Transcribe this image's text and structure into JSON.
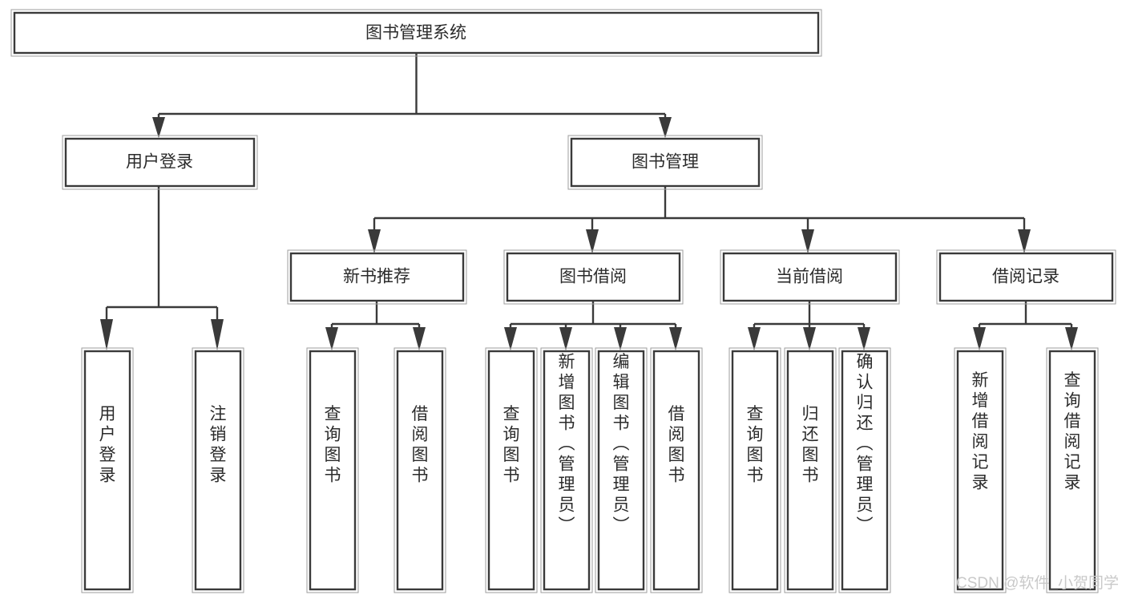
{
  "diagram": {
    "title": "图书管理系统",
    "type": "tree-structure-chart",
    "watermark": "CSDN @软件_小贺同学",
    "colors": {
      "background": "#ffffff",
      "box_stroke": "#3a3a3a",
      "box_fill": "#ffffff",
      "text": "#2b2b2b",
      "watermark": "#c9c9c9"
    },
    "root": {
      "label": "图书管理系统"
    },
    "level2": [
      {
        "label": "用户登录"
      },
      {
        "label": "图书管理"
      }
    ],
    "level3": [
      {
        "label": "新书推荐"
      },
      {
        "label": "图书借阅"
      },
      {
        "label": "当前借阅"
      },
      {
        "label": "借阅记录"
      }
    ],
    "leaves": {
      "user_login": [
        {
          "label": "用户登录"
        },
        {
          "label": "注销登录"
        }
      ],
      "new_book_recommend": [
        {
          "label": "查询图书"
        },
        {
          "label": "借阅图书"
        }
      ],
      "book_borrow": [
        {
          "label": "查询图书"
        },
        {
          "label": "新增图书（管理员）"
        },
        {
          "label": "编辑图书（管理员）"
        },
        {
          "label": "借阅图书"
        }
      ],
      "current_borrow": [
        {
          "label": "查询图书"
        },
        {
          "label": "归还图书"
        },
        {
          "label": "确认归还（管理员）"
        }
      ],
      "borrow_record": [
        {
          "label": "新增借阅记录"
        },
        {
          "label": "查询借阅记录"
        }
      ]
    }
  }
}
